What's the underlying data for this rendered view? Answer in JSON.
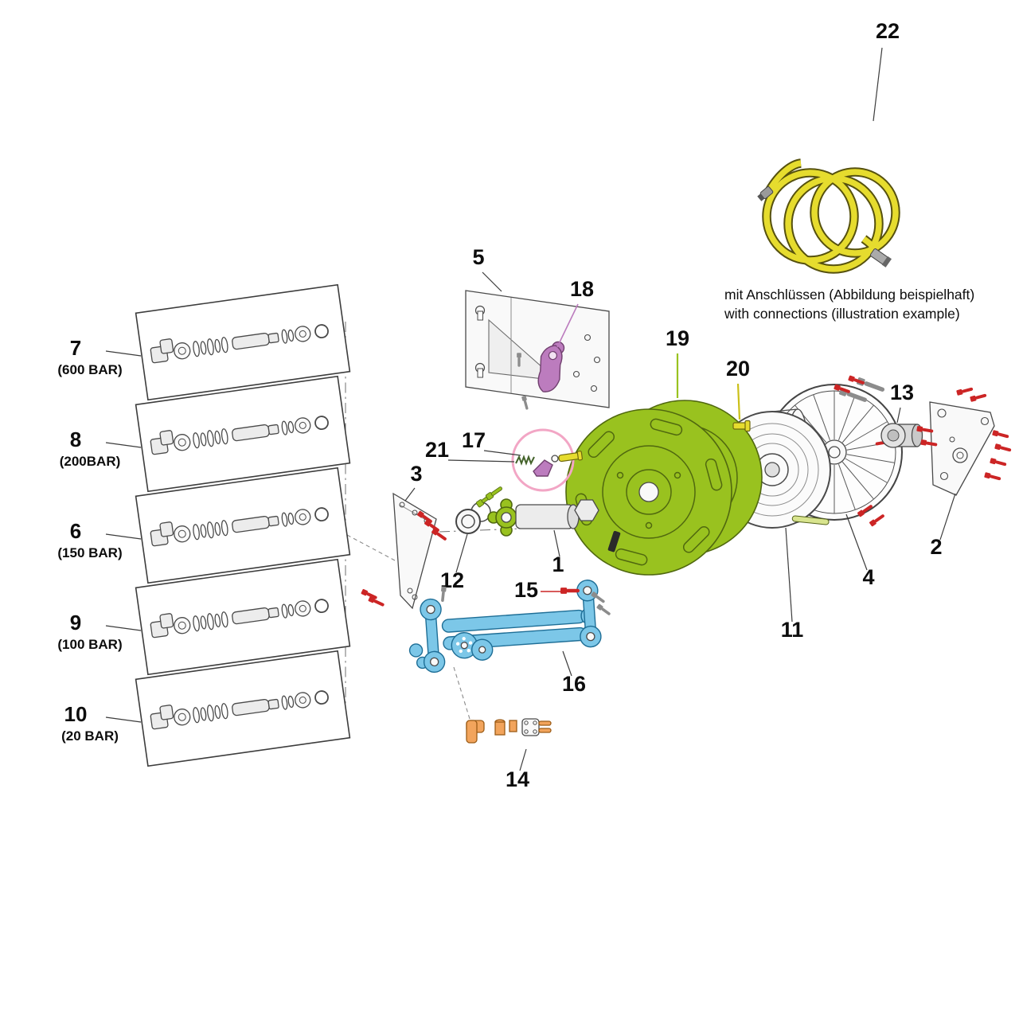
{
  "colors": {
    "green": "#99C21F",
    "greenDark": "#50680F",
    "purple": "#BC7CBE",
    "purpleDark": "#71406F",
    "pink": "#F2A6C5",
    "blue": "#7CC7E8",
    "blueDark": "#1E6E96",
    "orange": "#F2A45C",
    "orangeDark": "#9C5C17",
    "yellow": "#E6DC2E",
    "yellowDark": "#6E680E",
    "red": "#CC2525"
  },
  "callouts": {
    "c1": "1",
    "c2": "2",
    "c3": "3",
    "c4": "4",
    "c5": "5",
    "c11": "11",
    "c12": "12",
    "c13": "13",
    "c14": "14",
    "c15": "15",
    "c16": "16",
    "c17": "17",
    "c18": "18",
    "c19": "19",
    "c20": "20",
    "c21": "21",
    "c22": "22"
  },
  "variant_boxes": [
    {
      "num": "7",
      "pressure": "(600 BAR)"
    },
    {
      "num": "8",
      "pressure": "(200BAR)"
    },
    {
      "num": "6",
      "pressure": "(150 BAR)"
    },
    {
      "num": "9",
      "pressure": "(100 BAR)"
    },
    {
      "num": "10",
      "pressure": "(20 BAR)"
    }
  ],
  "hose_note": {
    "line1": "mit Anschlüssen (Abbildung beispielhaft)",
    "line2": "with connections (illustration example)"
  }
}
